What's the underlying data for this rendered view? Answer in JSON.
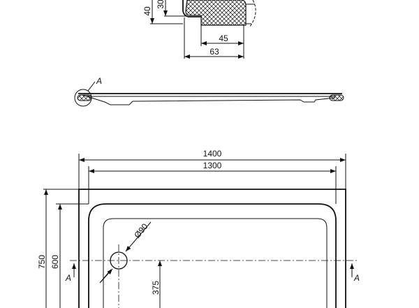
{
  "detail": {
    "dim_40": "40",
    "dim_30": "30",
    "dim_45": "45",
    "dim_63": "63"
  },
  "side_view": {
    "section_label": "A"
  },
  "plan": {
    "dim_width_outer": "1400",
    "dim_width_inner": "1300",
    "dim_depth_outer": "750",
    "dim_depth_inner": "600",
    "drain_diameter": "Ø90",
    "drain_offset": "375",
    "section_mark_left": "A",
    "section_mark_right": "A"
  }
}
